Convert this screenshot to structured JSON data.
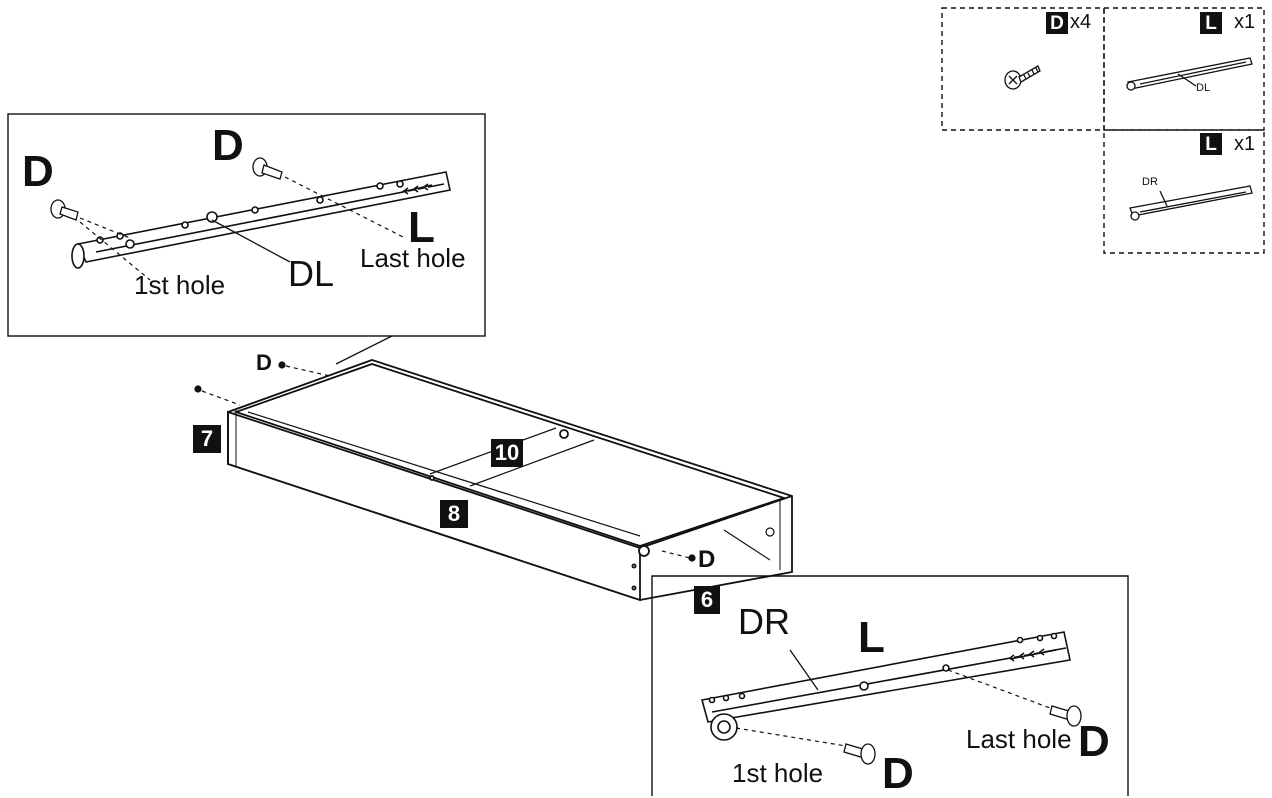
{
  "parts_panel": {
    "items": [
      {
        "letter": "D",
        "qty": "x4"
      },
      {
        "letter": "L",
        "qty": "x1",
        "sub_label": "DL"
      },
      {
        "letter": "L",
        "qty": "x1",
        "sub_label": "DR"
      }
    ]
  },
  "detail_left": {
    "screw_label_1": "D",
    "screw_label_2": "D",
    "rail_label": "L",
    "rail_marking": "DL",
    "first_hole": "1st hole",
    "last_hole": "Last hole"
  },
  "assembly": {
    "screw_label": "D",
    "screw_label_2": "D",
    "panel_tags": [
      "7",
      "8",
      "10"
    ]
  },
  "detail_right": {
    "panel_tag": "6",
    "rail_marking": "DR",
    "rail_label": "L",
    "first_hole": "1st hole",
    "last_hole": "Last hole",
    "screw_label_1": "D",
    "screw_label_2": "D"
  },
  "colors": {
    "line": "#111111",
    "tag_bg": "#111111",
    "tag_fg": "#ffffff",
    "background": "#ffffff"
  }
}
